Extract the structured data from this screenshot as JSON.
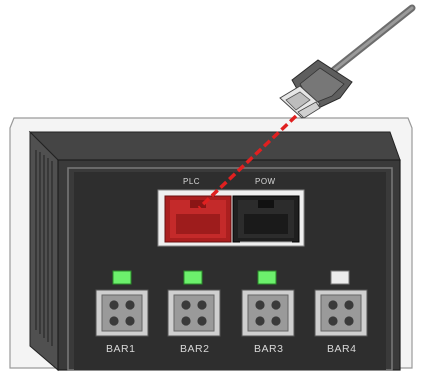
{
  "ports": {
    "plc_label": "PLC",
    "pow_label": "POW"
  },
  "connectors": [
    {
      "label": "BAR1",
      "led": "green"
    },
    {
      "label": "BAR2",
      "led": "green"
    },
    {
      "label": "BAR3",
      "led": "green"
    },
    {
      "label": "BAR4",
      "led": "off"
    }
  ],
  "colors": {
    "housing_dark": "#3c3c3c",
    "panel": "#2e2e2e",
    "plc_port": "#b22222",
    "pow_port": "#222222",
    "led_green": "#6cf06c",
    "led_off": "#e8e8e8",
    "cable": "#7a7a7a",
    "link_dash": "#e02020"
  },
  "icons": {
    "cable": "network-cable-plug-icon",
    "link": "dashed-connection-line"
  }
}
